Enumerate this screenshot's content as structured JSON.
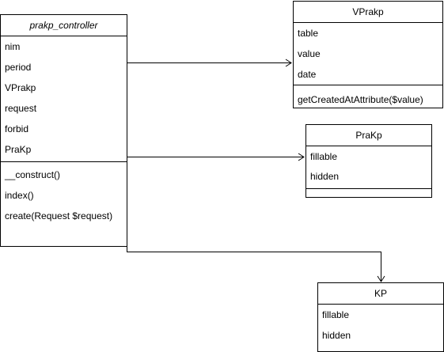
{
  "classes": {
    "controller": {
      "name": "prakp_controller",
      "attributes": [
        "nim",
        "period",
        "VPrakp",
        "request",
        "forbid",
        "PraKp"
      ],
      "methods": [
        "__construct()",
        "index()",
        "create(Request $request)"
      ]
    },
    "vprakp": {
      "name": "VPrakp",
      "attributes": [
        "table",
        "value",
        "date"
      ],
      "methods": [
        "getCreatedAtAttribute($value)"
      ]
    },
    "prakp": {
      "name": "PraKp",
      "attributes": [
        "fillable",
        "hidden"
      ],
      "methods": []
    },
    "kp": {
      "name": "KP",
      "attributes": [
        "fillable",
        "hidden"
      ],
      "methods": []
    }
  },
  "colors": {
    "line": "#000000",
    "background": "#ffffff"
  }
}
